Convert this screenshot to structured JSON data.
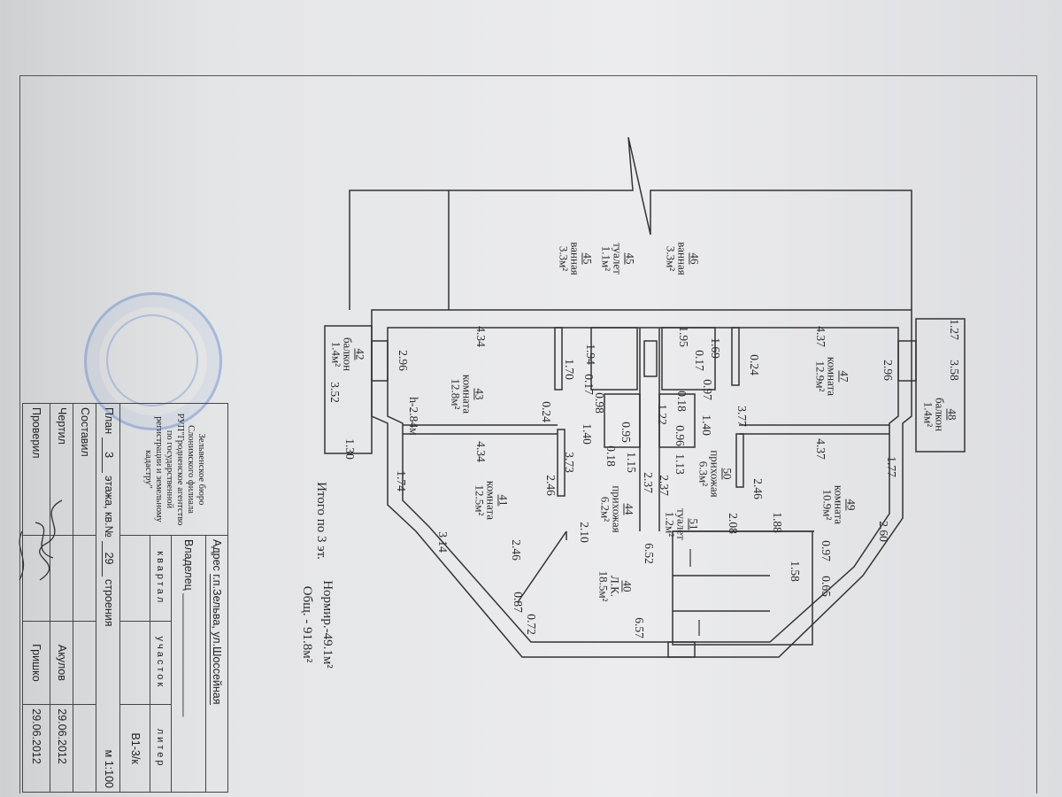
{
  "rooms": [
    {
      "num": "46",
      "name": "ванная",
      "area": "3.3м²"
    },
    {
      "num": "45",
      "name": "туалет",
      "area": "1.1м²"
    },
    {
      "num": "45",
      "name": "ванная",
      "area": "3.3м²"
    },
    {
      "num": "47",
      "name": "комната",
      "area": "12.9м²"
    },
    {
      "num": "48",
      "name": "балкон",
      "area": "1.4м²"
    },
    {
      "num": "43",
      "name": "комната",
      "area": "12.8м²"
    },
    {
      "num": "42",
      "name": "балкон",
      "area": "1.4м²"
    },
    {
      "num": "41",
      "name": "комната",
      "area": "12.5м²"
    },
    {
      "num": "44",
      "name": "прихожая",
      "area": "6.2м²"
    },
    {
      "num": "51",
      "name": "туалет",
      "area": "1.2м²"
    },
    {
      "num": "50",
      "name": "прихожая",
      "area": "6.3м²"
    },
    {
      "num": "49",
      "name": "комната",
      "area": "10.9м²"
    },
    {
      "num": "40",
      "name": "Л.К.",
      "area": "18.5м²"
    }
  ],
  "dimensions": [
    "1.27",
    "3.58",
    "2.96",
    "4.37",
    "4.37",
    "1.77",
    "2.60",
    "0.97",
    "0.65",
    "1.58",
    "1.88",
    "2.08",
    "2.46",
    "3.77",
    "1.40",
    "0.97",
    "0.24",
    "1.69",
    "0.17",
    "1.95",
    "0.96",
    "1.22",
    "0.18",
    "1.13",
    "2.37",
    "2.37",
    "1.15",
    "0.18",
    "0.95",
    "1.40",
    "0.98",
    "1.94",
    "0.17",
    "1.70",
    "0.24",
    "3.73",
    "2.46",
    "4.34",
    "4.34",
    "2.96",
    "1.74",
    "3.14",
    "2.46",
    "0.87",
    "0.72",
    "6.57",
    "6.52",
    "2.10",
    "3.52",
    "1.30",
    "h-2.84м"
  ],
  "totals": {
    "label": "Итого по 3 эт.",
    "norm": "Нормир.-49.1м²",
    "total": "Общ.  - 91.8м²"
  },
  "title_block": {
    "bureau": "Зельвенское бюро Слонимского филиала РУП\"Гродненское агентство по государственной регистрации и земельному кадастру\"",
    "address_label": "Адрес",
    "address": "г.п.Зельва, ул.Шоссейная",
    "owner_label": "Владелец",
    "col_quarter": "квартал",
    "col_plot": "участок",
    "col_liter": "литер",
    "liter": "В1-3/к",
    "plan_label": "План",
    "floor": "3",
    "floor_label": "этажа,",
    "apt_label": "кв.№",
    "apt": "29",
    "building_label": "строения",
    "scale": "м 1:100",
    "compiled_label": "Составил",
    "drawn_label": "Чертил",
    "drawn_name": "Акулов",
    "drawn_date": "29.06.2012",
    "checked_label": "Проверил",
    "checked_name": "Гришко",
    "checked_date": "29.06.2012"
  },
  "colors": {
    "ink": "#2a2a2e",
    "stamp": "#5a82c8",
    "paper": "#e9eaec"
  }
}
